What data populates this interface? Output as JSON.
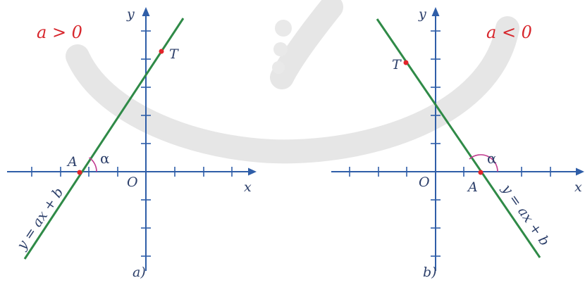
{
  "diagrams": [
    {
      "id": "a",
      "condition": "a > 0",
      "point_A": "A",
      "point_T": "T",
      "origin": "O",
      "x_axis": "x",
      "y_axis": "y",
      "angle": "α",
      "line_equation": "y = ax + b",
      "caption": "a)"
    },
    {
      "id": "b",
      "condition": "a < 0",
      "point_A": "A",
      "point_T": "T",
      "origin": "O",
      "x_axis": "x",
      "y_axis": "y",
      "angle": "α",
      "line_equation": "y = ax + b",
      "caption": "b)"
    }
  ],
  "colors": {
    "axis": "#2f5ea8",
    "line": "#2f8a47",
    "point": "#e2252b",
    "condition_text": "#d7262c",
    "angle_arc": "#c0398e"
  }
}
